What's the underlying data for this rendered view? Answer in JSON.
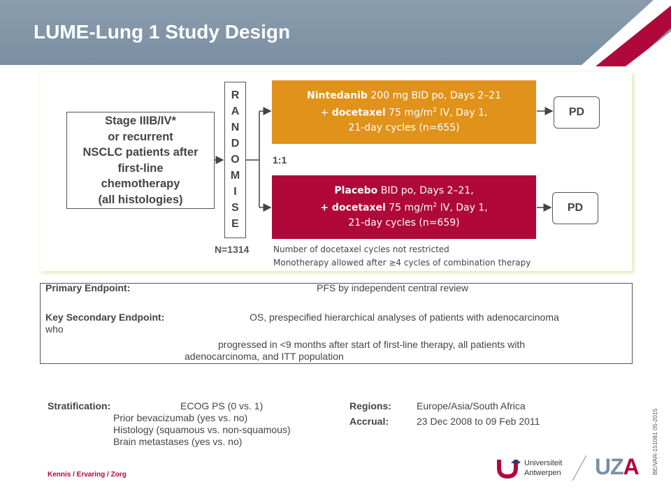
{
  "header": {
    "title": "LUME-Lung 1 Study Design"
  },
  "colors": {
    "header_bg": "#7a8fa2",
    "arm_top": "#e0921a",
    "arm_bottom": "#b0083a",
    "brand_red": "#b0083a"
  },
  "population": {
    "lines": [
      "Stage IIIB/IV*",
      "or recurrent",
      "NSCLC patients after",
      "first-line",
      "chemotherapy",
      "(all histologies)"
    ]
  },
  "randomise": {
    "letters": [
      "R",
      "A",
      "N",
      "D",
      "O",
      "M",
      "I",
      "S",
      "E"
    ],
    "ratio": "1:1",
    "n_total": "N=1314"
  },
  "arms": {
    "top": {
      "line1_bold": "Nintedanib",
      "line1_rest": " 200 mg BID po, Days 2–21",
      "line2_prefix": "+ ",
      "line2_bold": "docetaxel",
      "line2_rest_a": " 75 mg/m",
      "line2_sup": "2",
      "line2_rest_b": " IV, Day 1,",
      "line3": "21-day cycles (n=655)"
    },
    "bottom": {
      "line1_bold": "Placebo",
      "line1_rest": " BID po, Days 2–21,",
      "line2_bold": "+ docetaxel",
      "line2_rest_a": " 75 mg/m",
      "line2_sup": "2",
      "line2_rest_b": " IV, Day 1,",
      "line3": "21-day cycles (n=659)"
    },
    "outcome": "PD"
  },
  "notes": [
    "Number of docetaxel cycles not restricted",
    "Monotherapy  allowed after ≥4 cycles of combination therapy"
  ],
  "endpoints": {
    "primary_label": "Primary Endpoint:",
    "primary_value": "PFS by independent central review",
    "secondary_label": "Key Secondary Endpoint:",
    "secondary_value_1": "OS, prespecified hierarchical analyses of patients with adenocarcinoma",
    "secondary_value_2": "who",
    "secondary_value_3": "progressed in  <9 months after start of first-line therapy, all patients with",
    "secondary_value_4": "adenocarcinoma, and ITT population"
  },
  "stratification": {
    "label": "Stratification:",
    "items": [
      "ECOG PS (0 vs. 1)",
      "Prior bevacizumab (yes vs. no)",
      "Histology (squamous vs. non-squamous)",
      "Brain metastases (yes vs. no)"
    ]
  },
  "regions": {
    "label": "Regions:",
    "value": "Europe/Asia/South Africa"
  },
  "accrual": {
    "label": "Accrual:",
    "value": "23 Dec 2008 to 09 Feb 2011"
  },
  "footer": {
    "tagline": "Kennis / Ervaring / Zorg",
    "doc_code": "BE/VAR-151081 05-2015",
    "ua_line1": "Universiteit",
    "ua_line2": "Antwerpen",
    "uza_main": "UZ",
    "uza_accent": "A"
  }
}
